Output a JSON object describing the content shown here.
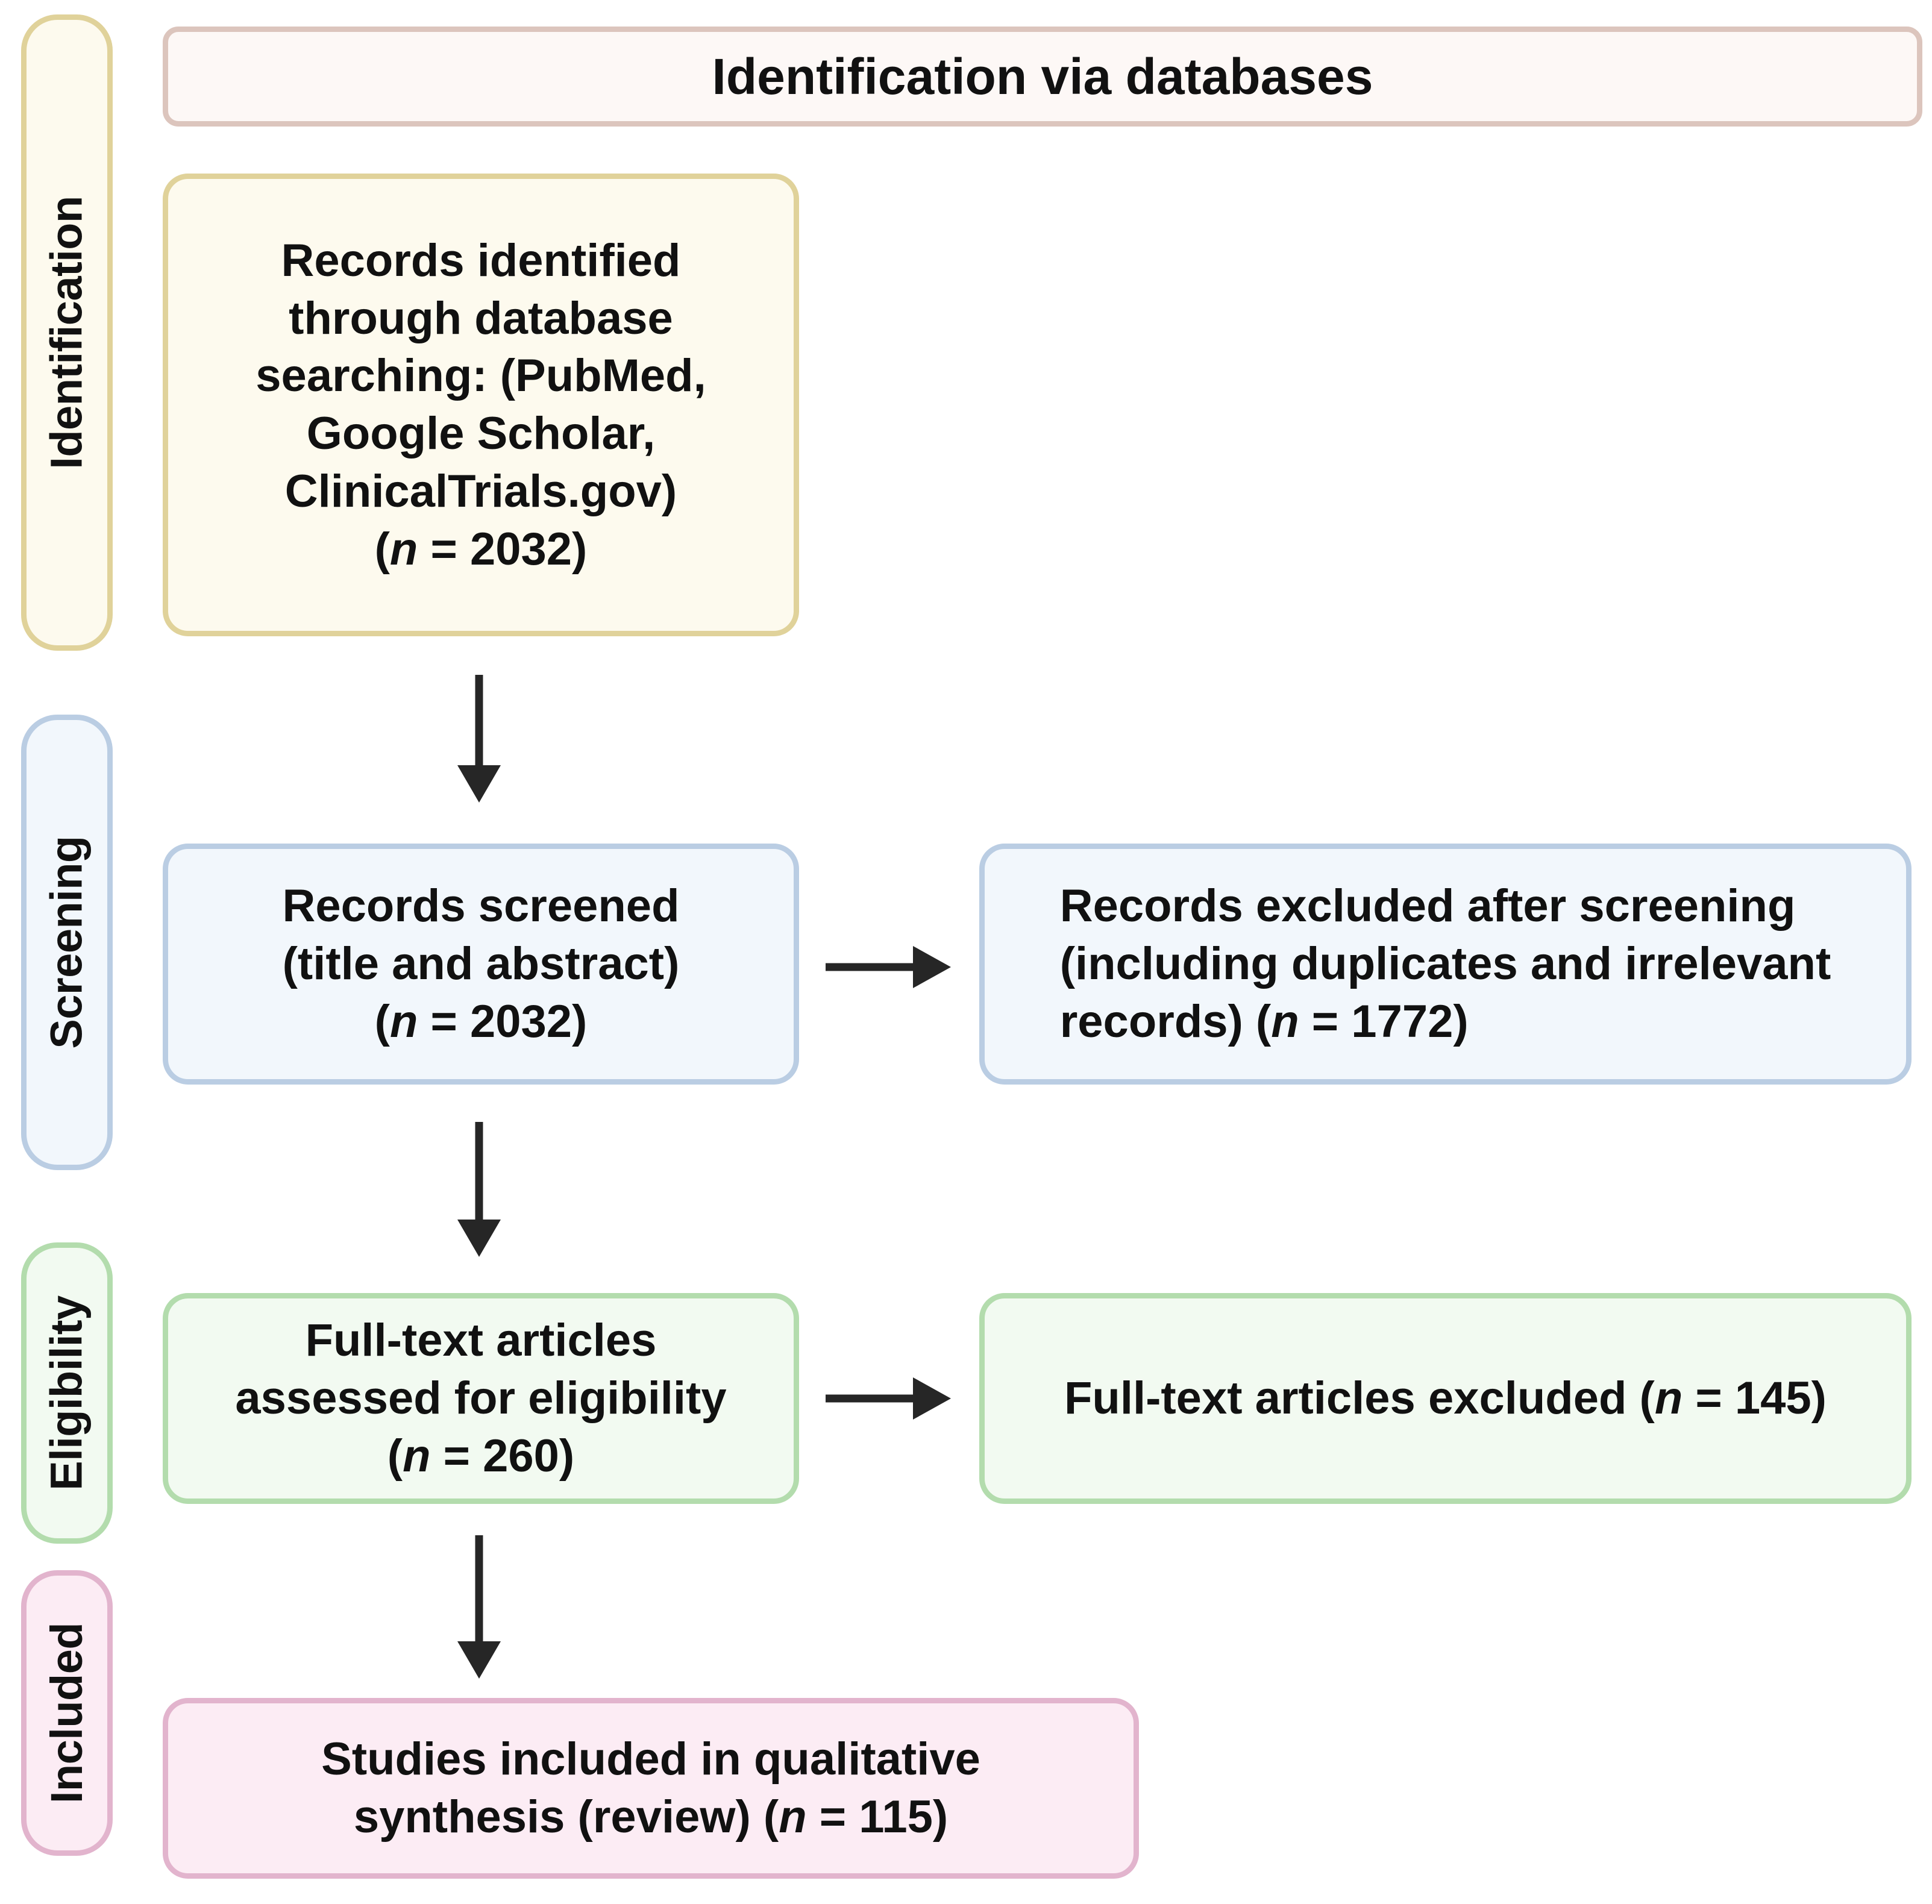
{
  "diagram": {
    "type": "prisma-flow-diagram",
    "title": "Identification via databases",
    "background": "#ffffff",
    "arrow_color": "#262626"
  },
  "banner": {
    "label": "Identification via databases",
    "fill": "#fdf8f6",
    "border": "#dcc5bd"
  },
  "stages": [
    {
      "key": "identification",
      "label": "Identification",
      "fill": "#fdfaee",
      "border": "#e0d29a"
    },
    {
      "key": "screening",
      "label": "Screening",
      "fill": "#f2f7fc",
      "border": "#bacde3"
    },
    {
      "key": "eligibility",
      "label": "Eligibility",
      "fill": "#f2faf1",
      "border": "#b3dcad"
    },
    {
      "key": "included",
      "label": "Included",
      "fill": "#fcecf4",
      "border": "#e2b4cd"
    }
  ],
  "nodes": [
    {
      "key": "records-identified",
      "stage": "identification",
      "label": "Records identified\nthrough database\nsearching: (PubMed,\nGoogle Scholar,\nClinicalTrials.gov)\n(n = 2032)",
      "n_label": "n",
      "count": 2032,
      "align": "center",
      "fill": "#fdfaee",
      "border": "#e0d29a"
    },
    {
      "key": "records-screened",
      "stage": "screening",
      "label": "Records screened\n(title and abstract)\n(n = 2032)",
      "n_label": "n",
      "count": 2032,
      "align": "center",
      "fill": "#f2f7fc",
      "border": "#bacde3"
    },
    {
      "key": "records-excluded",
      "stage": "screening",
      "label": "Records excluded after screening\n(including duplicates and irrelevant\nrecords) (n = 1772)",
      "n_label": "n",
      "count": 1772,
      "align": "left",
      "fill": "#f2f7fc",
      "border": "#bacde3"
    },
    {
      "key": "fulltext-assessed",
      "stage": "eligibility",
      "label": "Full-text articles\nassessed for eligibility\n(n = 260)",
      "n_label": "n",
      "count": 260,
      "align": "center",
      "fill": "#f2faf1",
      "border": "#b3dcad"
    },
    {
      "key": "fulltext-excluded",
      "stage": "eligibility",
      "label": "Full-text articles excluded (n = 145)",
      "n_label": "n",
      "count": 145,
      "align": "left",
      "fill": "#f2faf1",
      "border": "#b3dcad"
    },
    {
      "key": "studies-included",
      "stage": "included",
      "label": "Studies included in qualitative\nsynthesis (review) (n = 115)",
      "n_label": "n",
      "count": 115,
      "align": "center",
      "fill": "#fcecf4",
      "border": "#e2b4cd"
    }
  ],
  "arrows": [
    {
      "key": "identified-to-screened",
      "direction": "down",
      "from": "records-identified",
      "to": "records-screened"
    },
    {
      "key": "screened-to-excluded",
      "direction": "right",
      "from": "records-screened",
      "to": "records-excluded"
    },
    {
      "key": "screened-to-fulltext",
      "direction": "down",
      "from": "records-screened",
      "to": "fulltext-assessed"
    },
    {
      "key": "fulltext-to-excluded",
      "direction": "right",
      "from": "fulltext-assessed",
      "to": "fulltext-excluded"
    },
    {
      "key": "fulltext-to-included",
      "direction": "down",
      "from": "fulltext-assessed",
      "to": "studies-included"
    }
  ]
}
